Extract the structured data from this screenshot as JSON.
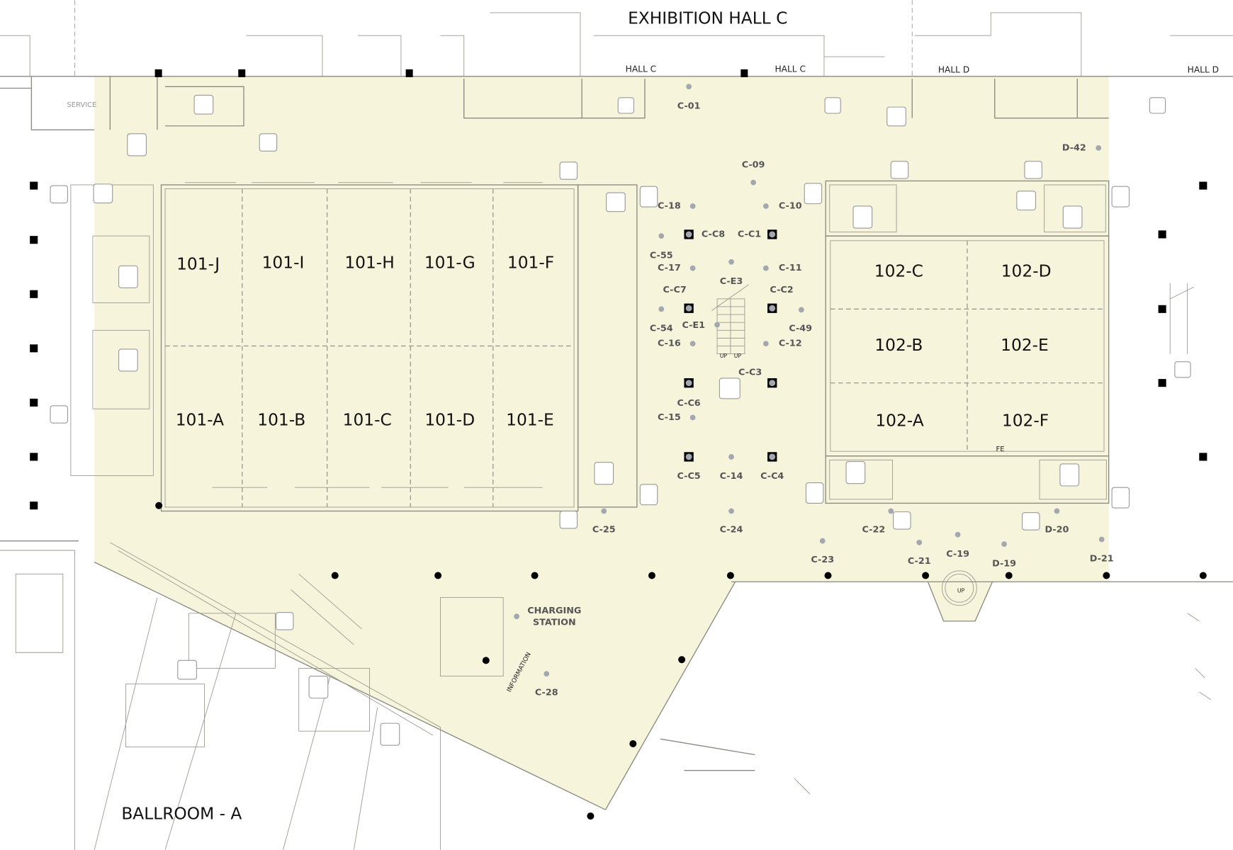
{
  "titles": {
    "exhibition_hall": "EXHIBITION HALL C",
    "ballroom": "BALLROOM - A",
    "service": "SERVICE",
    "hall_c": "HALL C",
    "hall_d": "HALL D",
    "charging_1": "CHARGING",
    "charging_2": "STATION",
    "information": "INFORMATION",
    "fe": "FE",
    "up": "UP"
  },
  "rooms_101": [
    "101-J",
    "101-I",
    "101-H",
    "101-G",
    "101-F",
    "101-A",
    "101-B",
    "101-C",
    "101-D",
    "101-E"
  ],
  "rooms_102": [
    "102-C",
    "102-D",
    "102-B",
    "102-E",
    "102-A",
    "102-F"
  ],
  "locations": [
    "C-01",
    "D-42",
    "C-09",
    "C-18",
    "C-10",
    "C-C8",
    "C-C1",
    "C-55",
    "C-17",
    "C-11",
    "C-E3",
    "C-C7",
    "C-C2",
    "C-54",
    "C-E1",
    "C-49",
    "C-16",
    "C-12",
    "C-C3",
    "C-C6",
    "C-15",
    "C-C5",
    "C-14",
    "C-C4",
    "C-24",
    "C-25",
    "C-23",
    "C-22",
    "C-21",
    "C-19",
    "D-19",
    "D-20",
    "D-21",
    "C-28"
  ],
  "colors": {
    "concourse": "#f7f4dc",
    "marker": "#a3a8ae",
    "wall": "#8a8a80"
  }
}
